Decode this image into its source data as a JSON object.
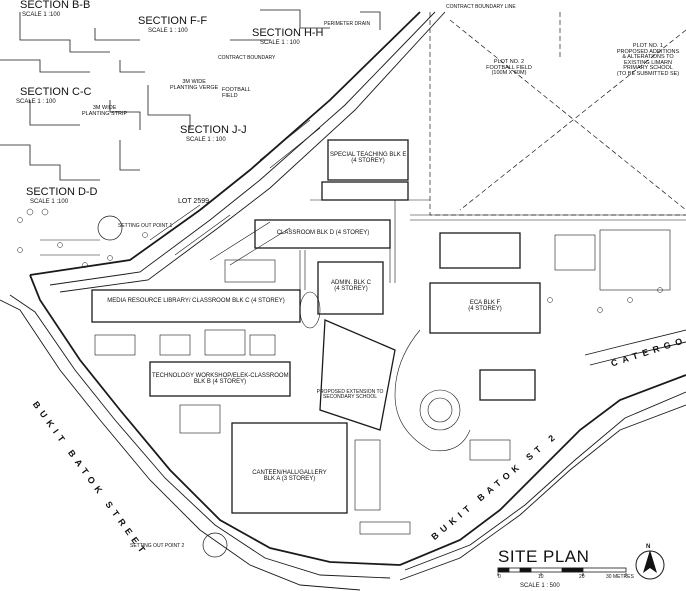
{
  "sections": {
    "bb": {
      "title": "SECTION B-B",
      "scale": "SCALE 1 :100"
    },
    "ff": {
      "title": "SECTION F-F",
      "scale": "SCALE 1 : 100"
    },
    "hh": {
      "title": "SECTION H-H",
      "scale": "SCALE 1 : 100"
    },
    "cc": {
      "title": "SECTION C-C",
      "scale": "SCALE 1 : 100"
    },
    "jj": {
      "title": "SECTION J-J",
      "scale": "SCALE 1 : 100"
    },
    "dd": {
      "title": "SECTION D-D",
      "scale": "SCALE 1 :100"
    }
  },
  "notes": {
    "plot1": "PLOT NO. 1\nPROPOSED ADDITIONS\n& ALTERATIONS TO\nEXISTING LIMARN\nPRIMARY SCHOOL\n(TO BE SUBMITTED SE)",
    "plot2": "PLOT NO. 2\nFOOTBALL FIELD\n(100M X 60M)",
    "football_field": "FOOTBALL\nFIELD",
    "planting_verge": "3M WIDE\nPLANTING VERGE",
    "planting_strip": "3M WIDE\nPLANTING STRIP",
    "lot": "LOT 2599",
    "setting_out_1": "SETTING OUT POINT 1",
    "setting_out_2": "SETTING OUT POINT 2",
    "perimeter_drain": "PERIMETER DRAIN",
    "contract_boundary": "CONTRACT BOUNDARY",
    "contract_boundary_line": "CONTRACT BOUNDARY LINE"
  },
  "buildings": {
    "blk_e": "SPECIAL TEACHING BLK E\n(4 STOREY)",
    "blk_d": "CLASSROOM BLK D (4 STOREY)",
    "blk_c": "MEDIA RESOURCE LIBRARY/ CLASSROOM BLK C (4 STOREY)",
    "blk_b": "TECHNOLOGY WORKSHOP/ELEK-CLASSROOM\nBLK B (4 STOREY)",
    "blk_a": "CANTEEN/HALL/GALLERY\nBLK A (3 STOREY)",
    "admin": "ADMIN. BLK C\n(4 STOREY)",
    "eca": "ECA BLK F\n(4 STOREY)",
    "proposed_sec": "PROPOSED EXTENSION TO\nSECONDARY SCHOOL"
  },
  "roads": {
    "bukit_batok": "BUKIT BATOK STREET",
    "catergory": "CATERGORY",
    "bukit_st2": "BUKIT BATOK ST 2"
  },
  "title_block": {
    "title": "SITE PLAN",
    "scale": "SCALE 1 : 500",
    "scale_ticks": [
      "0",
      "10",
      "20",
      "30 METRES"
    ],
    "north": "N"
  }
}
